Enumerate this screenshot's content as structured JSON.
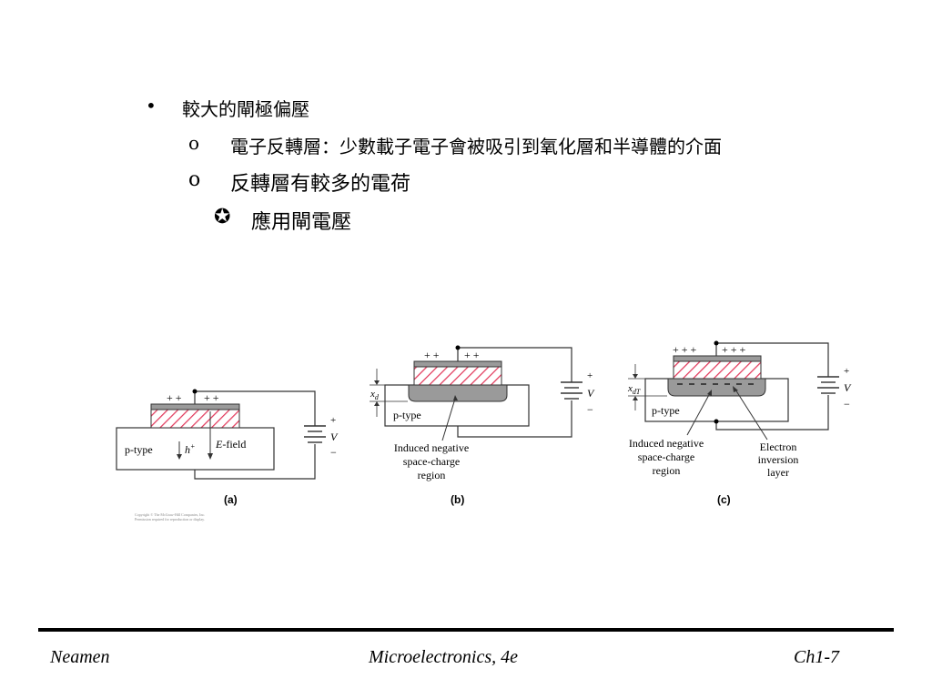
{
  "bullets": {
    "item1": {
      "marker": "•",
      "text": "較大的閘極偏壓"
    },
    "item2": {
      "marker": "o",
      "text": "電子反轉層：少數載子電子會被吸引到氧化層和半導體的介面"
    },
    "item3": {
      "marker": "o",
      "text": "反轉層有較多的電荷"
    },
    "item4": {
      "marker": "✪",
      "text": "應用閘電壓"
    }
  },
  "figure": {
    "a": {
      "plus_left": "+ +",
      "plus_right": "+ +",
      "ptype": "p-type",
      "hplus": "h",
      "hplus_sup": "+",
      "efield": "E",
      "efield_rest": "-field",
      "plus": "+",
      "v": "V",
      "minus": "−",
      "caption": "(a)",
      "copyright1": "Copyright © The McGraw-Hill Companies, Inc.",
      "copyright2": "Permission required for reproduction or display."
    },
    "b": {
      "plus_left": "+ +",
      "plus_right": "+ +",
      "xd": "x",
      "xd_sub": "d",
      "ptype": "p-type",
      "plus": "+",
      "v": "V",
      "minus": "−",
      "label1": "Induced negative",
      "label2": "space-charge",
      "label3": "region",
      "caption": "(b)"
    },
    "c": {
      "plus_left": "+ + +",
      "plus_right": "+ + +",
      "xdt": "x",
      "xdt_sub": "dT",
      "ptype": "p-type",
      "plus": "+",
      "v": "V",
      "minus": "−",
      "label1": "Induced negative",
      "label2": "space-charge",
      "label3": "region",
      "label4": "Electron",
      "label5": "inversion",
      "label6": "layer",
      "caption": "(c)"
    }
  },
  "footer": {
    "left": "Neamen",
    "center": "Microelectronics, 4e",
    "right": "Ch1-7"
  }
}
